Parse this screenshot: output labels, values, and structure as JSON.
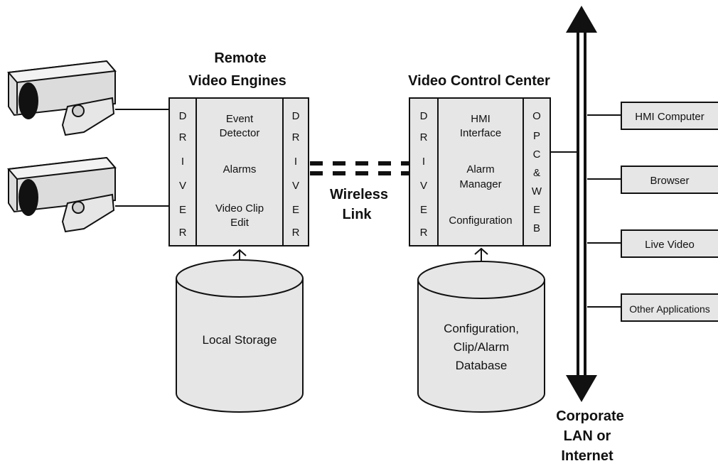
{
  "colors": {
    "box_fill": "#e6e6e6",
    "stroke": "#111111",
    "background": "#ffffff"
  },
  "remote": {
    "title_line1": "Remote",
    "title_line2": "Video Engines",
    "driver_left": [
      "D",
      "R",
      "I",
      "V",
      "E",
      "R"
    ],
    "driver_right": [
      "D",
      "R",
      "I",
      "V",
      "E",
      "R"
    ],
    "event_line1": "Event",
    "event_line2": "Detector",
    "alarms": "Alarms",
    "clip_line1": "Video Clip",
    "clip_line2": "Edit",
    "storage": "Local Storage"
  },
  "wireless": {
    "line1": "Wireless",
    "line2": "Link"
  },
  "control": {
    "title": "Video Control Center",
    "driver": [
      "D",
      "R",
      "I",
      "V",
      "E",
      "R"
    ],
    "opc": [
      "O",
      "P",
      "C",
      "&",
      "W",
      "E",
      "B"
    ],
    "hmi_line1": "HMI",
    "hmi_line2": "Interface",
    "alarm_line1": "Alarm",
    "alarm_line2": "Manager",
    "configuration": "Configuration",
    "db_line1": "Configuration,",
    "db_line2": "Clip/Alarm",
    "db_line3": "Database"
  },
  "clients": [
    "HMI Computer",
    "Browser",
    "Live Video",
    "Other Applications"
  ],
  "network": {
    "line1": "Corporate",
    "line2": "LAN or",
    "line3": "Internet"
  },
  "icons": {
    "camera": "security-camera-icon"
  }
}
